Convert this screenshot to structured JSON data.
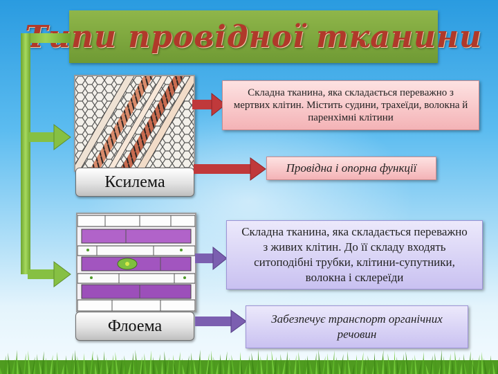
{
  "title": "Типи провідної тканини",
  "xylem": {
    "name": "Ксилема",
    "description": "Складна тканина, яка складається переважно з мертвих клітин. Містить судини, трахеїди, волокна й паренхімні клітини",
    "function": "Провідна і опорна функції"
  },
  "phloem": {
    "name": "Флоема",
    "description": "Складна тканина, яка складається переважно з живих клітин. До її складу входять ситоподібні трубки, клітини-супутники, волокна і склереїди",
    "function": "Забезпечує транспорт органічних речовин"
  },
  "colors": {
    "title_banner": "#7ba63d",
    "title_text": "#b0392a",
    "bracket_green": "#86c043",
    "xylem_box": "#f4b3b6",
    "xylem_arrow": "#c0393b",
    "phloem_box": "#c9c1f1",
    "phloem_arrow": "#7b5fb0"
  }
}
